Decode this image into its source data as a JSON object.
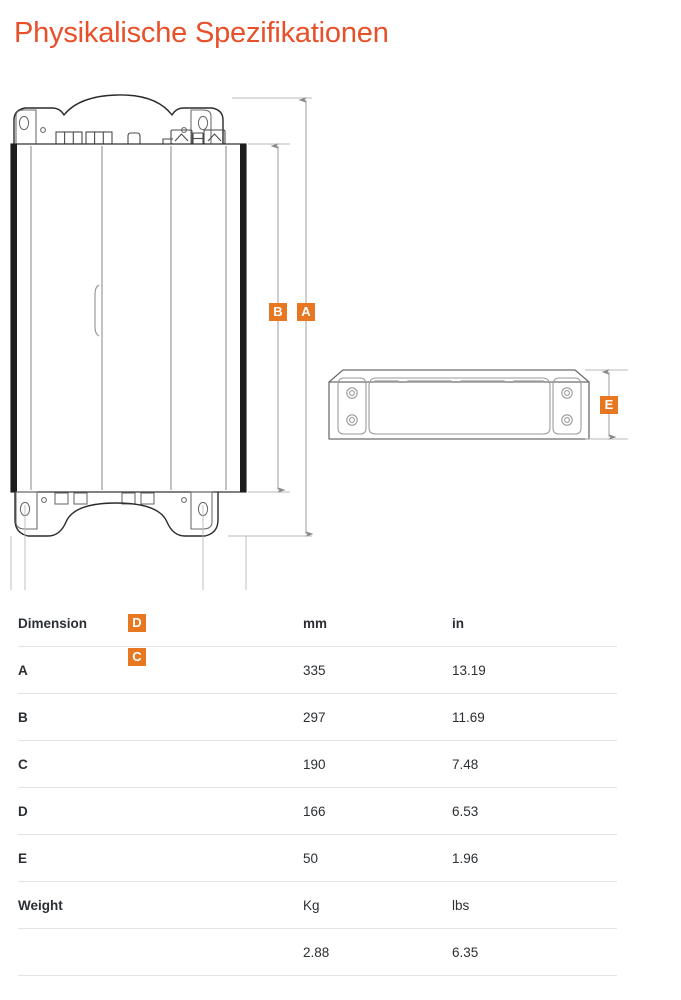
{
  "page": {
    "title": "Physikalische Spezifikationen",
    "title_color": "#e8502a",
    "accent_color": "#e87722"
  },
  "drawing": {
    "front_view": {
      "name": "front-view",
      "description": "Vorderansicht des Wechselrichters mit Montagelaschen, Anschlussklemmen und Kühlrippen"
    },
    "side_view": {
      "name": "side-view",
      "description": "Seitenansicht mit Montagelaschen und Lüftungsschlitzen"
    },
    "dimension_labels": [
      {
        "id": "A",
        "label": "A",
        "orientation": "vertical",
        "view": "front-view"
      },
      {
        "id": "B",
        "label": "B",
        "orientation": "vertical",
        "view": "front-view"
      },
      {
        "id": "C",
        "label": "C",
        "orientation": "horizontal",
        "view": "front-view"
      },
      {
        "id": "D",
        "label": "D",
        "orientation": "horizontal",
        "view": "front-view"
      },
      {
        "id": "E",
        "label": "E",
        "orientation": "vertical",
        "view": "side-view"
      }
    ]
  },
  "table": {
    "columns": [
      "Dimension",
      "mm",
      "in"
    ],
    "rows": [
      {
        "name": "Dimension",
        "mm": "mm",
        "in": "in",
        "bold_name": true,
        "is_header": true
      },
      {
        "name": "A",
        "mm": "335",
        "in": "13.19",
        "bold_name": true,
        "is_header": false
      },
      {
        "name": "B",
        "mm": "297",
        "in": "11.69",
        "bold_name": true,
        "is_header": false
      },
      {
        "name": "C",
        "mm": "190",
        "in": "7.48",
        "bold_name": true,
        "is_header": false
      },
      {
        "name": "D",
        "mm": "166",
        "in": "6.53",
        "bold_name": true,
        "is_header": false
      },
      {
        "name": "E",
        "mm": "50",
        "in": "1.96",
        "bold_name": true,
        "is_header": false
      },
      {
        "name": "Weight",
        "mm": "Kg",
        "in": "lbs",
        "bold_name": true,
        "is_header": false
      },
      {
        "name": "",
        "mm": "2.88",
        "in": "6.35",
        "bold_name": false,
        "is_header": false
      }
    ]
  }
}
